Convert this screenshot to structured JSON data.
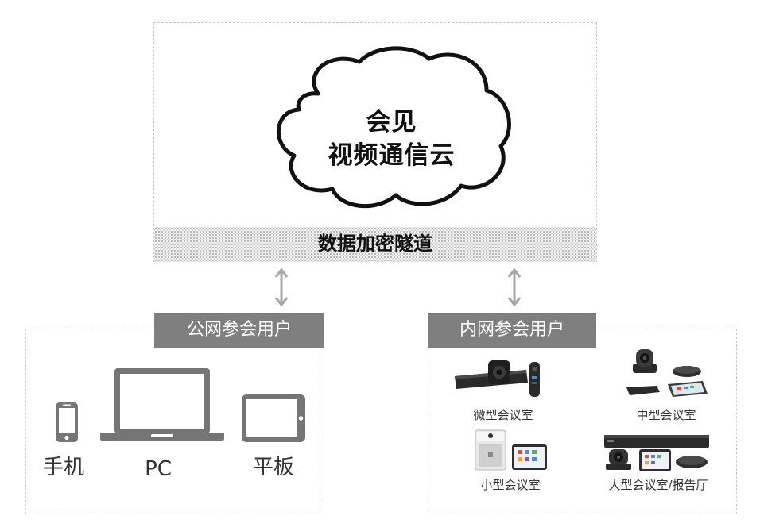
{
  "cloud": {
    "title_line1": "会见",
    "title_line2": "视频通信云",
    "tunnel_label": "数据加密隧道"
  },
  "public_group": {
    "header": "公网参会用户",
    "devices": [
      {
        "icon": "phone-icon",
        "label": "手机"
      },
      {
        "icon": "laptop-icon",
        "label": "PC"
      },
      {
        "icon": "tablet-icon",
        "label": "平板"
      }
    ]
  },
  "private_group": {
    "header": "内网参会用户",
    "rooms": [
      {
        "icon": "video-bar-icon",
        "label": "微型会议室"
      },
      {
        "icon": "ptz-camera-icon",
        "label": "中型会议室"
      },
      {
        "icon": "small-terminal-icon",
        "label": "小型会议室"
      },
      {
        "icon": "codec-terminal-icon",
        "label": "大型会议室/报告厅"
      }
    ]
  },
  "colors": {
    "header_bg": "#7f7f7f",
    "device_gray": "#757575",
    "arrow_gray": "#a6a6a6"
  }
}
